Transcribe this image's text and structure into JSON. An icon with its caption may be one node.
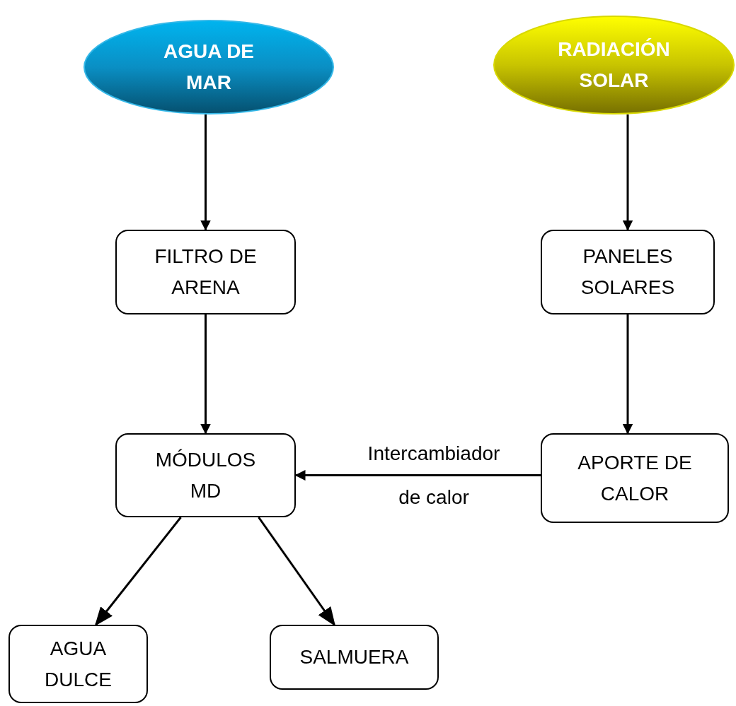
{
  "diagram": {
    "nodes": [
      {
        "text": [
          "AGUA DE MAR"
        ]
      },
      {
        "text": [
          "RADIACIÓN SOLAR"
        ]
      },
      {
        "text": [
          "FILTRO DE ARENA"
        ]
      },
      {
        "text": [
          "PANELES SOLARES"
        ]
      },
      {
        "text": [
          "MÓDULOS MD"
        ]
      },
      {
        "text": [
          "APORTE DE CALOR"
        ]
      },
      {
        "text": [
          "AGUA DULCE"
        ]
      },
      {
        "text": [
          "SALMUERA"
        ]
      }
    ],
    "edges": [
      {
        "from": 0,
        "to": 2,
        "arrow": "to"
      },
      {
        "from": 1,
        "to": 3,
        "arrow": "to"
      },
      {
        "from": 2,
        "to": 4,
        "arrow": "to"
      },
      {
        "from": 3,
        "to": 5,
        "arrow": "to"
      },
      {
        "from": 5,
        "to": 4,
        "arrow": "to",
        "label": "Intercambiador de calor"
      },
      {
        "from": 4,
        "to": 6,
        "arrow": "to"
      },
      {
        "from": 4,
        "to": 7,
        "arrow": "to"
      }
    ]
  }
}
